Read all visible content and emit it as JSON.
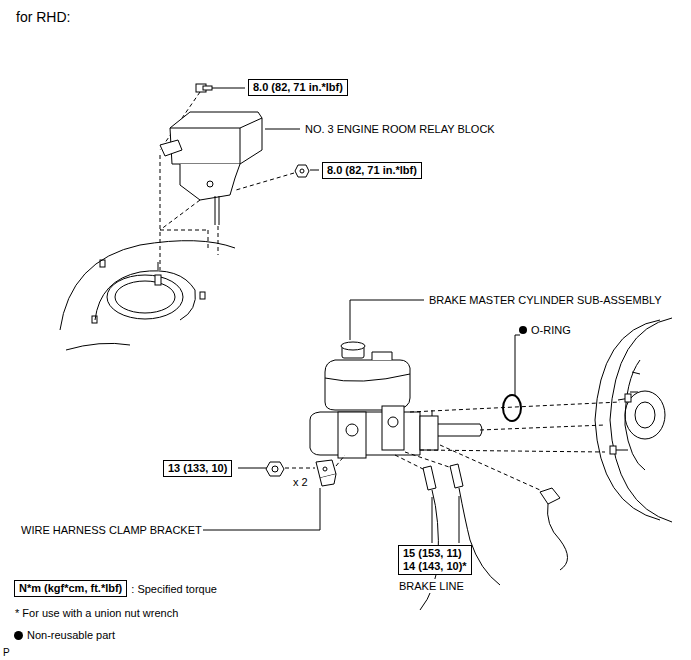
{
  "diagram": {
    "nodes": [
      {
        "text": [
          "8.0 (82, 71 in.*lbf)"
        ]
      },
      {
        "text": [
          "8.0 (82, 71 in.*lbf)"
        ]
      },
      {
        "text": [
          "13 (133, 10)"
        ]
      },
      {
        "text": [
          "15 (153, 11)",
          "14 (143, 10)*"
        ]
      },
      {
        "text": [
          "N*m (kgf*cm, ft.*lbf)"
        ]
      }
    ],
    "edges": [],
    "labels": [
      "for RHD:",
      "NO. 3 ENGINE ROOM RELAY BLOCK",
      "BRAKE MASTER CYLINDER SUB-ASSEMBLY",
      "O-RING",
      "x 2",
      "WIRE HARNESS CLAMP BRACKET",
      "BRAKE LINE",
      ": Specified torque",
      "* For use with a union nut wrench",
      "P"
    ],
    "legend": [
      {
        "text": "Non-reusable part"
      }
    ]
  }
}
